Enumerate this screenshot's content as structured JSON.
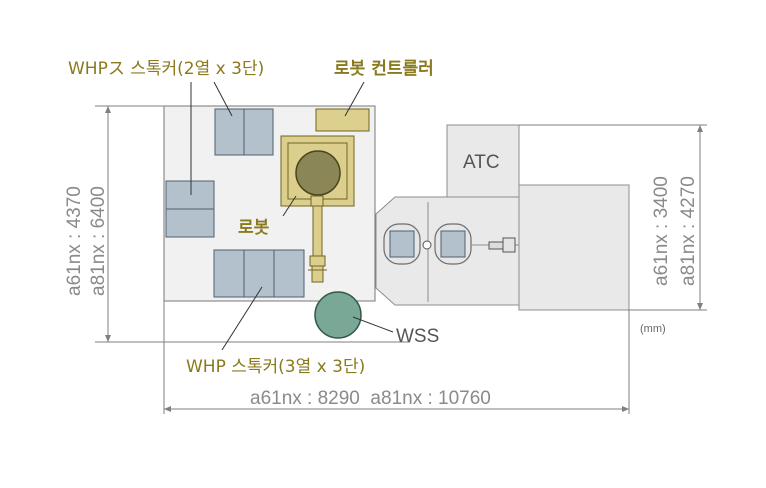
{
  "labels": {
    "whp_stocker_top": "WHPス 스톡커(2열 x 3단)",
    "robot_controller": "로봇 컨트롤러",
    "robot": "로봇",
    "atc": "ATC",
    "wss": "WSS",
    "whp_stocker_bottom": "WHP 스톡커(3열 x 3단)",
    "unit": "(mm)"
  },
  "dimensions": {
    "left_height_a61": "a61nx : 4370",
    "left_height_a81": "a81nx : 6400",
    "right_height_a61": "a61nx : 3400",
    "right_height_a81": "a81nx : 4270",
    "bottom_width": "a61nx : 8290  a81nx : 10760"
  },
  "colors": {
    "stocker_fill": "#b3c1cd",
    "robot_fill": "#dccf8e",
    "wss_fill": "#7aa897",
    "machine_fill": "#e2e2e2",
    "label_gold": "#8a7a1e"
  }
}
